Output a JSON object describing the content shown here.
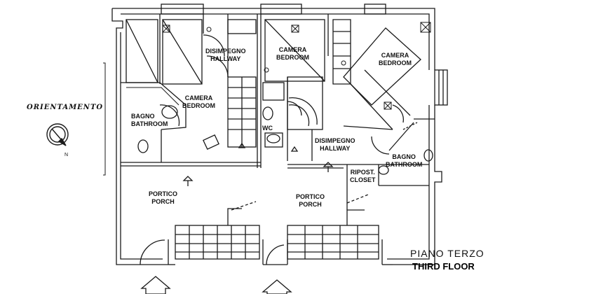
{
  "orientation": {
    "label": "ORIENTAMENTO",
    "north": "N"
  },
  "floor": {
    "title_it": "PIANO TERZO",
    "title_en": "THIRD FLOOR"
  },
  "rooms": [
    {
      "id": "hallway-top",
      "it": "DISIMPEGNO",
      "en": "HALLWAY"
    },
    {
      "id": "bedroom-center",
      "it": "CAMERA",
      "en": "BEDROOM"
    },
    {
      "id": "bedroom-right",
      "it": "CAMERA",
      "en": "BEDROOM"
    },
    {
      "id": "bedroom-left",
      "it": "CAMERA",
      "en": "BEDROOM"
    },
    {
      "id": "bathroom-left",
      "it": "BAGNO",
      "en": "BATHROOM"
    },
    {
      "id": "wc",
      "it": "WC"
    },
    {
      "id": "hallway-center",
      "it": "DISIMPEGNO",
      "en": "HALLWAY"
    },
    {
      "id": "bathroom-right",
      "it": "BAGNO",
      "en": "BATHROOM"
    },
    {
      "id": "closet",
      "it": "RIPOST.",
      "en": "CLOSET"
    },
    {
      "id": "porch-left",
      "it": "PORTICO",
      "en": "PORCH"
    },
    {
      "id": "porch-right",
      "it": "PORTICO",
      "en": "PORCH"
    }
  ],
  "colors": {
    "line": "#1a1a1a",
    "background": "#ffffff"
  }
}
